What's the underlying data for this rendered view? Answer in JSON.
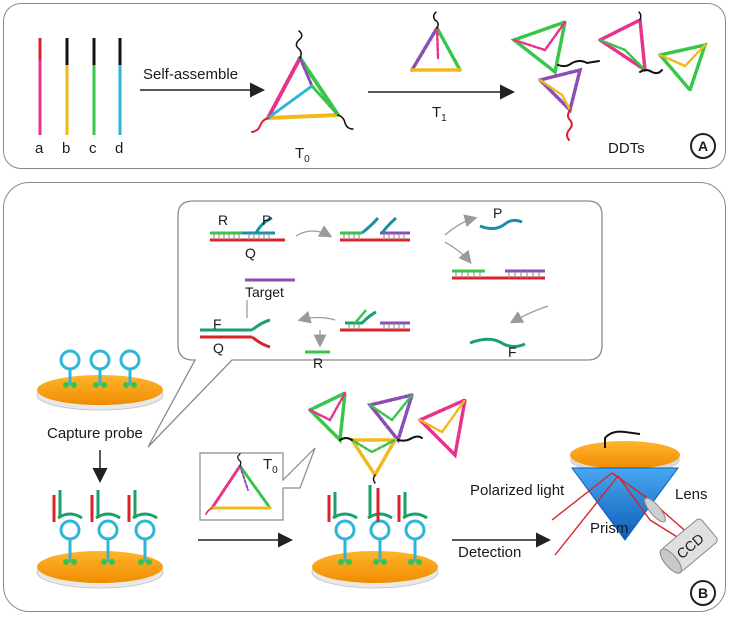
{
  "panel_a": {
    "strand_labels": [
      "a",
      "b",
      "c",
      "d"
    ],
    "step1_label": "Self-assemble",
    "t0_label": "T",
    "t0_sub": "0",
    "t1_label": "T",
    "t1_sub": "1",
    "ddts_label": "DDTs",
    "badge": "A"
  },
  "panel_b": {
    "inset": {
      "r_label": "R",
      "p_label": "P",
      "q_label": "Q",
      "target_label": "Target",
      "p_out_label": "P",
      "f_label": "F",
      "q2_label": "Q",
      "r_out_label": "R",
      "f_in_label": "F"
    },
    "capture_probe_label": "Capture probe",
    "t0_callout_label": "T",
    "t0_callout_sub": "0",
    "polarized_light_label": "Polarized light",
    "lens_label": "Lens",
    "prism_label": "Prism",
    "ccd_label": "CCD",
    "detection_label": "Detection",
    "badge": "B"
  },
  "colors": {
    "pink": "#e8338c",
    "yellow": "#f2b818",
    "green": "#39c44a",
    "cyan": "#2eb5d8",
    "red": "#d8232a",
    "purple": "#8a4fb5",
    "teal": "#1a9a8a",
    "orange": "#f5a623",
    "prism_blue": "#1e7fd6"
  }
}
